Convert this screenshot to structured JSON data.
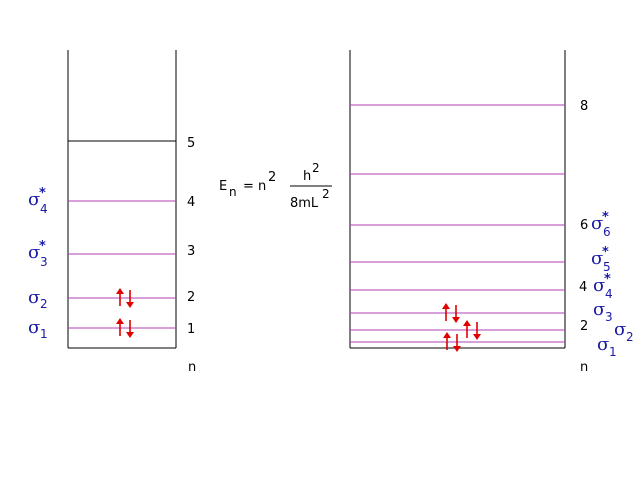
{
  "left_diagram": {
    "axis_label": "n",
    "levels": [
      {
        "n": "1",
        "orbital": "σ",
        "sub": "1",
        "star": false,
        "electrons": 2
      },
      {
        "n": "2",
        "orbital": "σ",
        "sub": "2",
        "star": false,
        "electrons": 2
      },
      {
        "n": "3",
        "orbital": "σ",
        "sub": "3",
        "star": true,
        "electrons": 0
      },
      {
        "n": "4",
        "orbital": "σ",
        "sub": "4",
        "star": true,
        "electrons": 0
      },
      {
        "n": "5",
        "orbital": "",
        "sub": "",
        "star": false,
        "electrons": 0
      }
    ]
  },
  "equation": {
    "lhs": "E",
    "lhs_sub": "n",
    "equals": "=",
    "n_part": "n",
    "n_exp": "2",
    "numerator": "h",
    "num_exp": "2",
    "denominator": "8mL",
    "den_exp": "2"
  },
  "right_diagram": {
    "axis_label": "n",
    "labels": {
      "n2": "2",
      "n4": "4",
      "n6": "6",
      "n8": "8"
    },
    "orbitals": [
      {
        "orbital": "σ",
        "sub": "1",
        "star": false
      },
      {
        "orbital": "σ",
        "sub": "2",
        "star": false
      },
      {
        "orbital": "σ",
        "sub": "3",
        "star": false
      },
      {
        "orbital": "σ",
        "sub": "4",
        "star": true
      },
      {
        "orbital": "σ",
        "sub": "5",
        "star": true
      },
      {
        "orbital": "σ",
        "sub": "6",
        "star": true
      }
    ]
  },
  "colors": {
    "level_line": "#b040b0",
    "top_line": "#000000",
    "arrow": "#e00000",
    "orbital_label": "#1a1aa6"
  }
}
